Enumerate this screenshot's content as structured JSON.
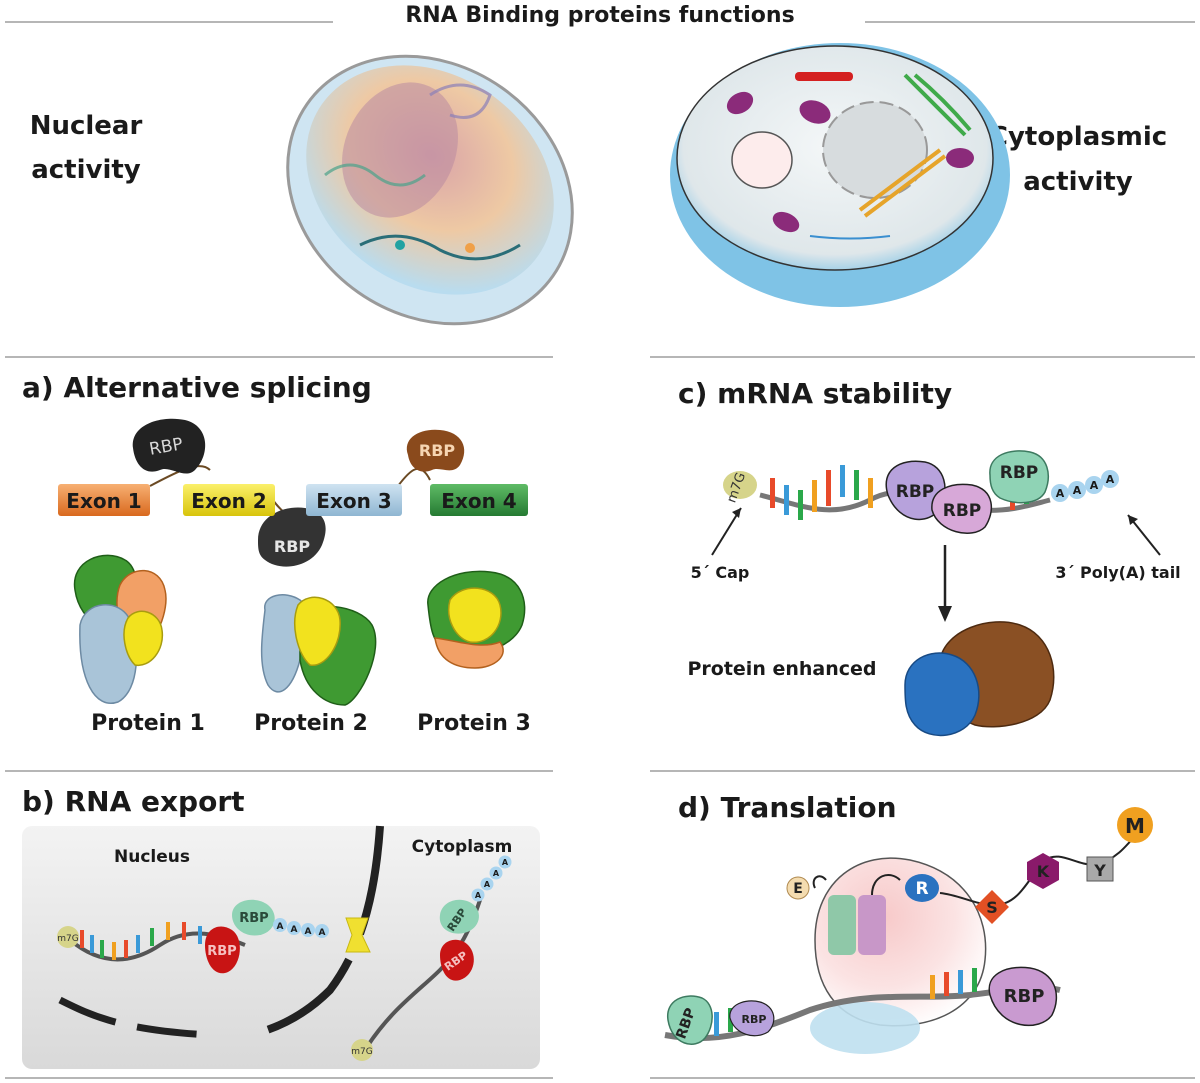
{
  "title": "RNA Binding proteins functions",
  "top": {
    "nuclear_label": [
      "Nuclear",
      "activity"
    ],
    "cytoplasmic_label": [
      "Cytoplasmic",
      "activity"
    ]
  },
  "panel_a": {
    "heading": "a)  Alternative splicing",
    "exons": [
      "Exon 1",
      "Exon 2",
      "Exon 3",
      "Exon 4"
    ],
    "rbp": "RBP",
    "proteins": [
      "Protein 1",
      "Protein 2",
      "Protein 3"
    ]
  },
  "panel_b": {
    "heading": "b) RNA export",
    "nucleus": "Nucleus",
    "cytoplasm": "Cytoplasm",
    "cap": "m7G",
    "rbp": "RBP",
    "tail": [
      "A",
      "A",
      "A",
      "A"
    ]
  },
  "panel_c": {
    "heading": "c) mRNA stability",
    "cap": "m7G",
    "rbp": "RBP",
    "tail": [
      "A",
      "A",
      "A",
      "A"
    ],
    "cap_label": "5´ Cap",
    "tail_label": "3´ Poly(A) tail",
    "outcome": "Protein enhanced"
  },
  "panel_d": {
    "heading": "d) Translation",
    "site": "E",
    "rbp": "RBP",
    "amino_acids": [
      "R",
      "S",
      "K",
      "Y",
      "M"
    ]
  },
  "colors": {
    "exon1": "#f08c3c",
    "exon2": "#f2e21e",
    "exon3": "#a9cbe2",
    "exon4": "#3d9a47",
    "rbp_dark": "#222222",
    "rbp_brown": "#8a4a1c",
    "rbp_teal": "#8fd3b5",
    "rbp_red": "#c81414",
    "rbp_purple": "#b7a2dc",
    "protein_green": "#3f9a32",
    "protein_blue": "#2a72c0",
    "protein_brown": "#8a5024"
  }
}
